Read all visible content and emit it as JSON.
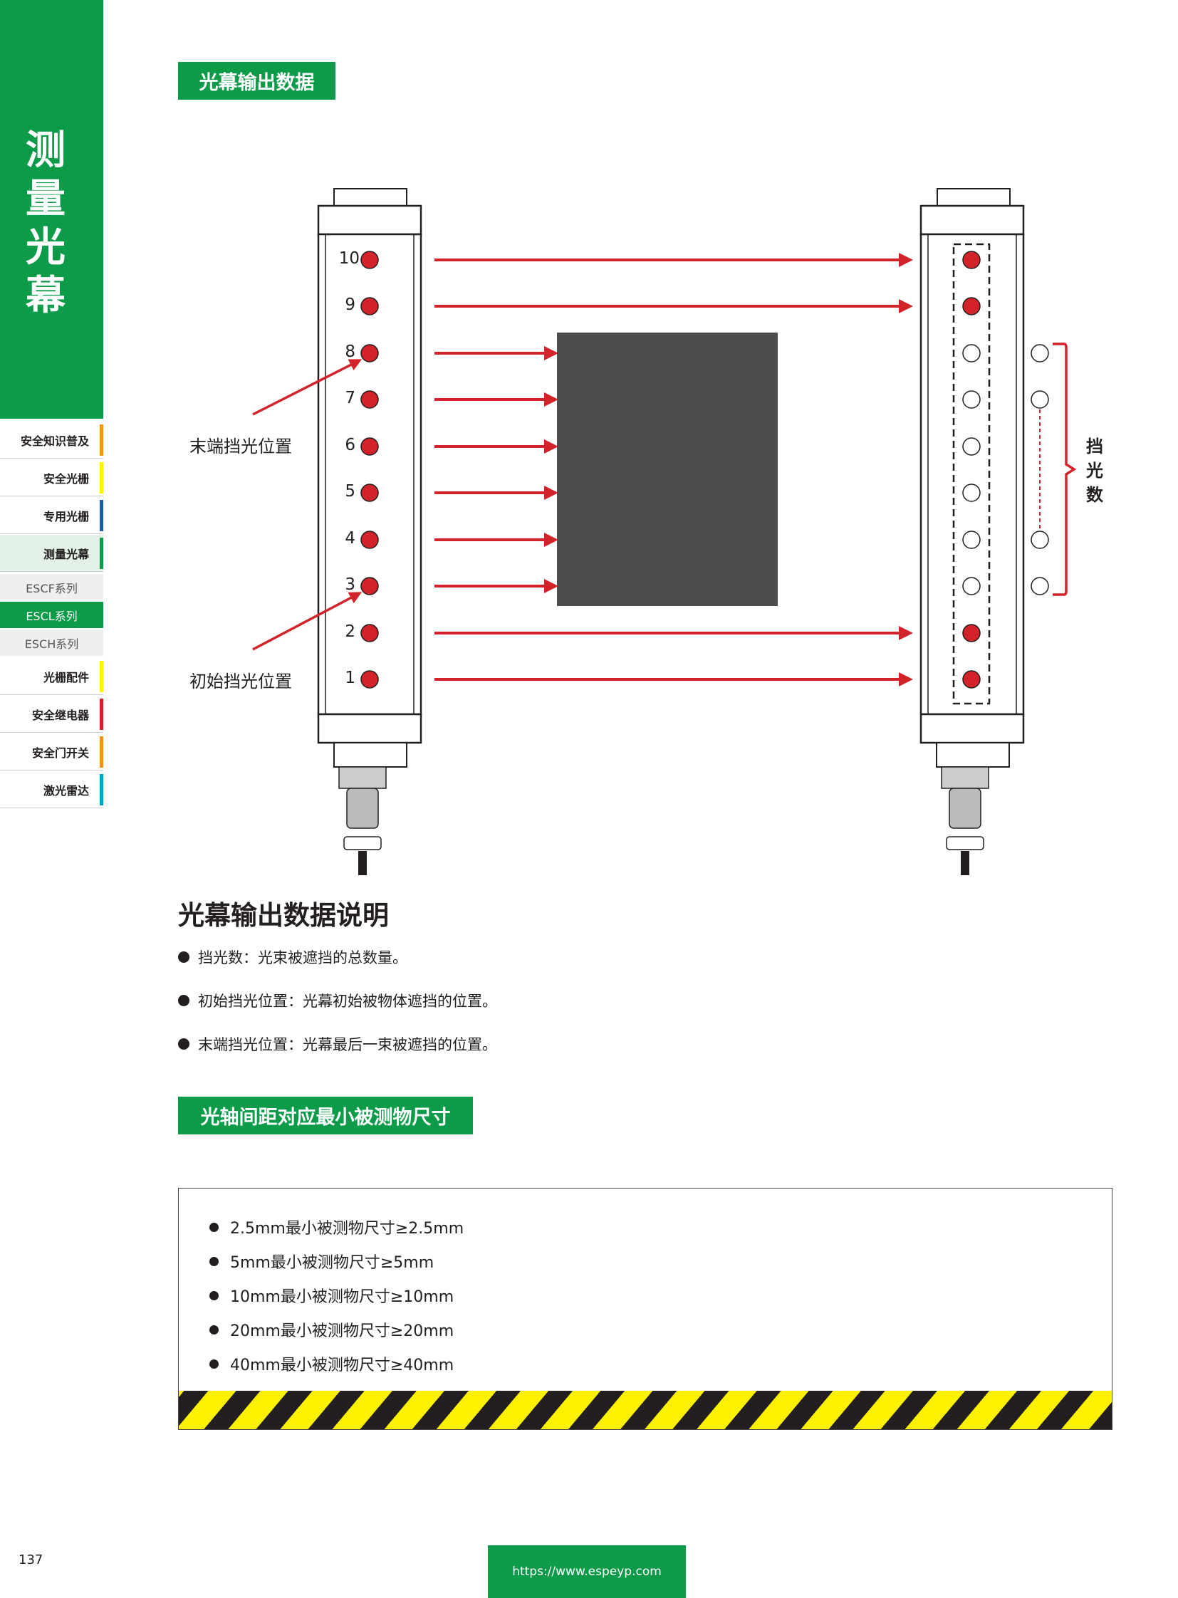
{
  "side_title": [
    "测",
    "量",
    "光",
    "幕"
  ],
  "nav": {
    "items": [
      {
        "label": "安全知识普及",
        "color": "#f7941d"
      },
      {
        "label": "安全光栅",
        "color": "#fff200"
      },
      {
        "label": "专用光栅",
        "color": "#1e5aa8"
      },
      {
        "label": "测量光幕",
        "color": "#0c9b49"
      },
      {
        "label": "光栅配件",
        "color": "#fff200"
      },
      {
        "label": "安全继电器",
        "color": "#d2232a"
      },
      {
        "label": "安全门开关",
        "color": "#f7941d"
      },
      {
        "label": "激光雷达",
        "color": "#00a0c6"
      }
    ],
    "subitems": [
      "ESCF系列",
      "ESCL系列",
      "ESCH系列"
    ],
    "active_subitem": "ESCL系列"
  },
  "section1_tag": "光幕输出数据",
  "diagram": {
    "axis_numbers": [
      "10",
      "9",
      "8",
      "7",
      "6",
      "5",
      "4",
      "3",
      "2",
      "1"
    ],
    "end_block_label": "末端挡光位置",
    "start_block_label": "初始挡光位置",
    "blocked_count_label": [
      "挡",
      "光",
      "数"
    ],
    "receiver_states": [
      "lit",
      "lit",
      "off",
      "off",
      "off",
      "off",
      "off",
      "off",
      "lit",
      "lit"
    ],
    "colors": {
      "beam": "#d2232a",
      "led": "#d2232a",
      "object": "#4d4d4d"
    }
  },
  "explanation": {
    "heading": "光幕输出数据说明",
    "bullets": [
      "挡光数：光束被遮挡的总数量。",
      "初始挡光位置：光幕初始被物体遮挡的位置。",
      "末端挡光位置：光幕最后一束被遮挡的位置。"
    ]
  },
  "section2_tag": "光轴间距对应最小被测物尺寸",
  "sizes": [
    "2.5mm最小被测物尺寸≥2.5mm",
    "5mm最小被测物尺寸≥5mm",
    "10mm最小被测物尺寸≥10mm",
    "20mm最小被测物尺寸≥20mm",
    "40mm最小被测物尺寸≥40mm"
  ],
  "footer": {
    "page_number": "137",
    "url": "https://www.espeyp.com"
  }
}
